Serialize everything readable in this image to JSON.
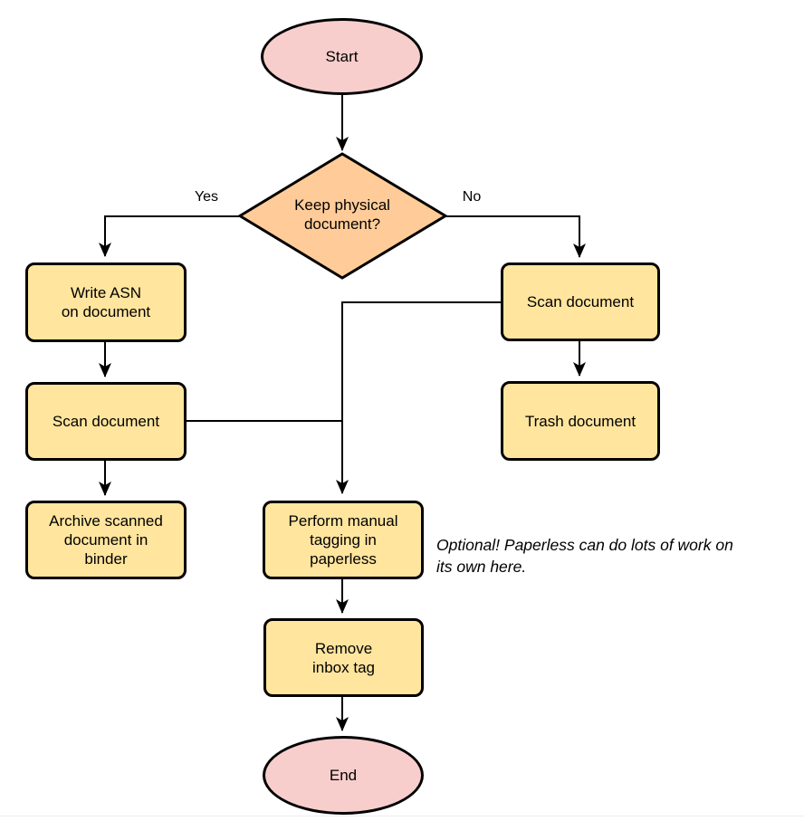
{
  "colors": {
    "terminator_fill": "#f8cecc",
    "decision_fill": "#ffcc99",
    "process_fill": "#ffe59e",
    "stroke": "#000000"
  },
  "nodes": {
    "start": "Start",
    "decision": "Keep physical\ndocument?",
    "write_asn": "Write ASN\non document",
    "scan_left": "Scan document",
    "archive": "Archive scanned\ndocument in\nbinder",
    "scan_right": "Scan document",
    "trash": "Trash document",
    "tagging": "Perform manual\ntagging in\npaperless",
    "remove_inbox": "Remove\ninbox tag",
    "end": "End"
  },
  "edge_labels": {
    "yes": "Yes",
    "no": "No"
  },
  "note": "Optional! Paperless can do lots of work on\nits own here.",
  "edges": [
    {
      "from": "start",
      "to": "decision",
      "label": ""
    },
    {
      "from": "decision",
      "to": "write_asn",
      "label": "Yes"
    },
    {
      "from": "decision",
      "to": "scan_right",
      "label": "No"
    },
    {
      "from": "write_asn",
      "to": "scan_left",
      "label": ""
    },
    {
      "from": "scan_left",
      "to": "archive",
      "label": ""
    },
    {
      "from": "scan_left",
      "to": "tagging",
      "label": ""
    },
    {
      "from": "scan_right",
      "to": "trash",
      "label": ""
    },
    {
      "from": "scan_right",
      "to": "tagging",
      "label": ""
    },
    {
      "from": "tagging",
      "to": "remove_inbox",
      "label": ""
    },
    {
      "from": "remove_inbox",
      "to": "end",
      "label": ""
    }
  ]
}
